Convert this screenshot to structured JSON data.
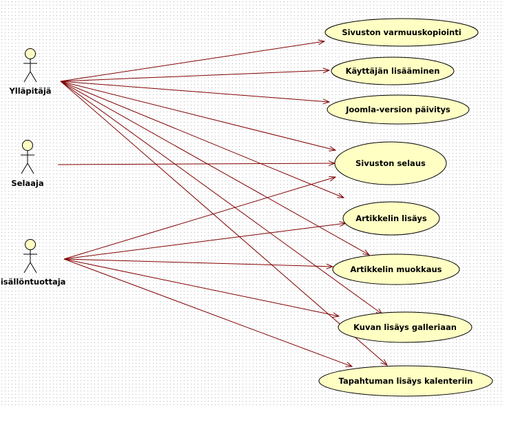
{
  "diagram": {
    "actors": [
      {
        "id": "admin",
        "label": "Ylläpitäjä"
      },
      {
        "id": "browser",
        "label": "Selaaja"
      },
      {
        "id": "producer",
        "label": "Sisällöntuottaja"
      }
    ],
    "use_cases": [
      {
        "id": "backup",
        "label": "Sivuston varmuuskopiointi"
      },
      {
        "id": "adduser",
        "label": "Käyttäjän lisääminen"
      },
      {
        "id": "update",
        "label": "Joomla-version päivitys"
      },
      {
        "id": "browse",
        "label": "Sivuston selaus"
      },
      {
        "id": "addarticle",
        "label": "Artikkelin lisäys"
      },
      {
        "id": "editarticle",
        "label": "Artikkelin muokkaus"
      },
      {
        "id": "gallery",
        "label": "Kuvan lisäys galleriaan"
      },
      {
        "id": "calendar",
        "label": "Tapahtuman lisäys kalenteriin"
      }
    ],
    "associations": [
      {
        "from": "admin",
        "to": "backup"
      },
      {
        "from": "admin",
        "to": "adduser"
      },
      {
        "from": "admin",
        "to": "update"
      },
      {
        "from": "admin",
        "to": "browse"
      },
      {
        "from": "admin",
        "to": "addarticle"
      },
      {
        "from": "admin",
        "to": "editarticle"
      },
      {
        "from": "admin",
        "to": "gallery"
      },
      {
        "from": "admin",
        "to": "calendar"
      },
      {
        "from": "browser",
        "to": "browse"
      },
      {
        "from": "producer",
        "to": "browse"
      },
      {
        "from": "producer",
        "to": "addarticle"
      },
      {
        "from": "producer",
        "to": "editarticle"
      },
      {
        "from": "producer",
        "to": "gallery"
      },
      {
        "from": "producer",
        "to": "calendar"
      }
    ]
  }
}
